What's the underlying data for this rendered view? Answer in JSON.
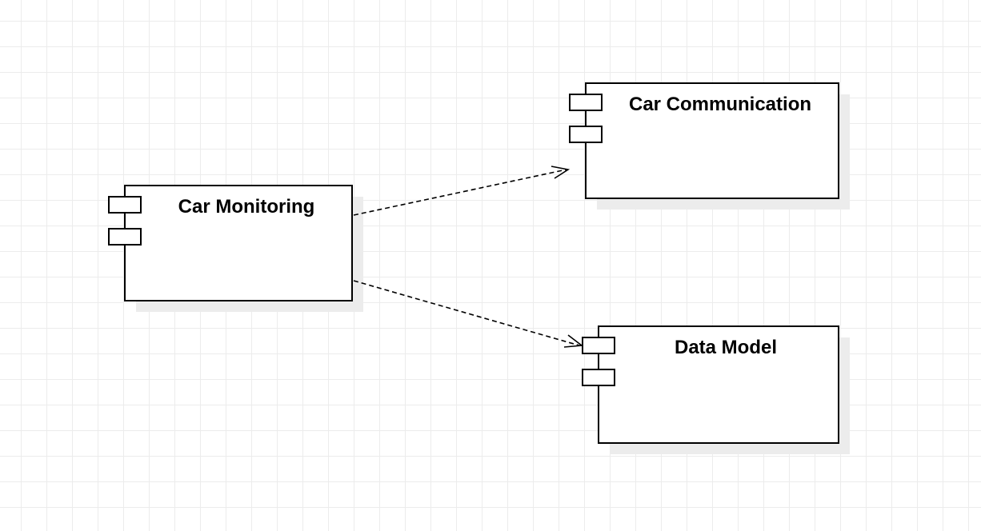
{
  "diagram": {
    "type": "uml-component-diagram",
    "components": [
      {
        "id": "car-monitoring",
        "label": "Car Monitoring"
      },
      {
        "id": "car-communication",
        "label": "Car Communication"
      },
      {
        "id": "data-model",
        "label": "Data Model"
      }
    ],
    "dependencies": [
      {
        "from": "car-monitoring",
        "to": "car-communication",
        "style": "dashed",
        "arrow": "open"
      },
      {
        "from": "car-monitoring",
        "to": "data-model",
        "style": "dashed",
        "arrow": "open"
      }
    ]
  }
}
